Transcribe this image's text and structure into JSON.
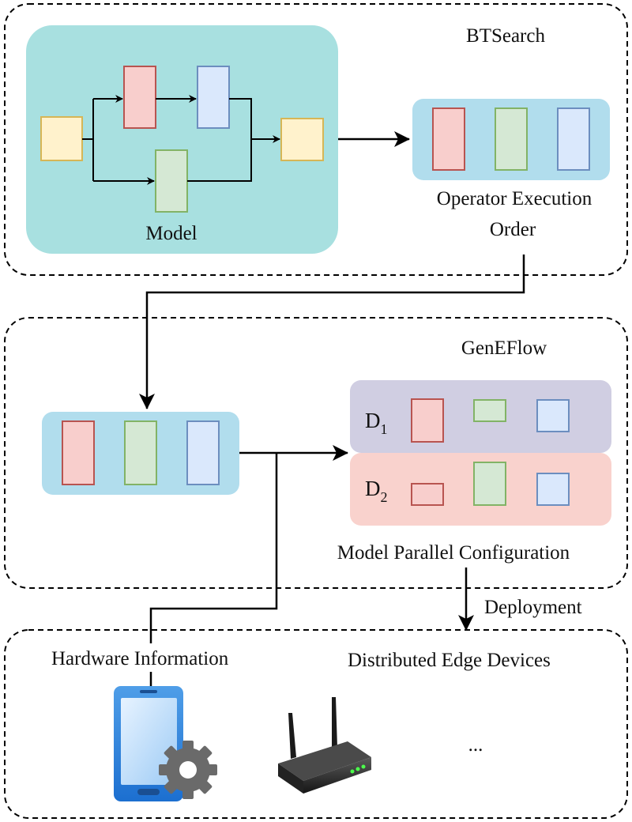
{
  "sections": {
    "btsearch": {
      "title": "BTSearch"
    },
    "geneflow": {
      "title": "GenEFlow"
    },
    "devices": {
      "title": "Distributed Edge Devices"
    }
  },
  "model": {
    "label": "Model"
  },
  "operator_order": {
    "line1": "Operator Execution",
    "line2": "Order"
  },
  "parallel_config": {
    "label": "Model Parallel Configuration",
    "device1": {
      "letter": "D",
      "sub": "1"
    },
    "device2": {
      "letter": "D",
      "sub": "2"
    }
  },
  "deployment": {
    "label": "Deployment"
  },
  "hardware": {
    "label": "Hardware Information"
  },
  "more_devices": {
    "label": "..."
  },
  "icons": {
    "phone": "smartphone-icon",
    "gear": "gear-icon",
    "router": "wifi-router-icon"
  },
  "colors": {
    "io_fill": "#fff2cc",
    "io_stroke": "#d6b656",
    "red_fill": "#f8cecc",
    "red_stroke": "#b85450",
    "green_fill": "#d5e8d4",
    "green_stroke": "#82b366",
    "blue_fill": "#dae8fc",
    "blue_stroke": "#6c8ebf",
    "model_bg": "#a8e0e0",
    "order_bg": "#b1dded",
    "d1_bg": "#d0cee2",
    "d2_bg": "#f9d2cd"
  }
}
